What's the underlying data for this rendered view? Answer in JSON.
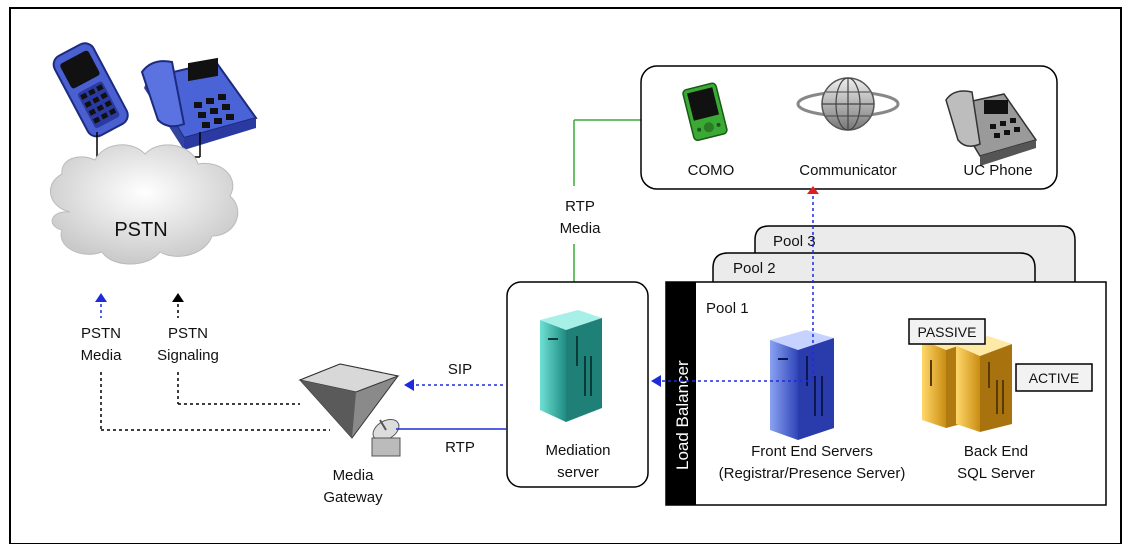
{
  "labels": {
    "pstn": "PSTN",
    "pstn_media": [
      "PSTN",
      "Media"
    ],
    "pstn_signaling": [
      "PSTN",
      "Signaling"
    ],
    "media_gateway": [
      "Media",
      "Gateway"
    ],
    "sip": "SIP",
    "rtp": "RTP",
    "rtp_media": [
      "RTP",
      "Media"
    ],
    "mediation_server": [
      "Mediation",
      "server"
    ],
    "load_balancer": "Load Balancer",
    "pool1": "Pool 1",
    "pool2": "Pool 2",
    "pool3": "Pool 3",
    "front_end": [
      "Front End Servers",
      "(Registrar/Presence Server)"
    ],
    "back_end": [
      "Back End",
      "SQL Server"
    ],
    "passive": "PASSIVE",
    "active": "ACTIVE",
    "como": "COMO",
    "communicator": "Communicator",
    "uc_phone": "UC Phone"
  },
  "colors": {
    "signaling_blue": "#1f2bd9",
    "rtp_green": "#3aaa35",
    "front_end_blue": "#4a63d6",
    "mediation_teal": "#2fb3a8",
    "sql_gold": "#e8b32a",
    "communicator_arrow": "#e02020"
  },
  "icons": {
    "mobile_phone": "mobile-phone-icon",
    "desk_phone": "desk-phone-icon",
    "pda": "pda-icon",
    "globe": "globe-icon",
    "uc_phone": "uc-phone-icon",
    "gateway": "media-gateway-icon",
    "server": "server-icon",
    "sql_server": "sql-server-icon"
  }
}
